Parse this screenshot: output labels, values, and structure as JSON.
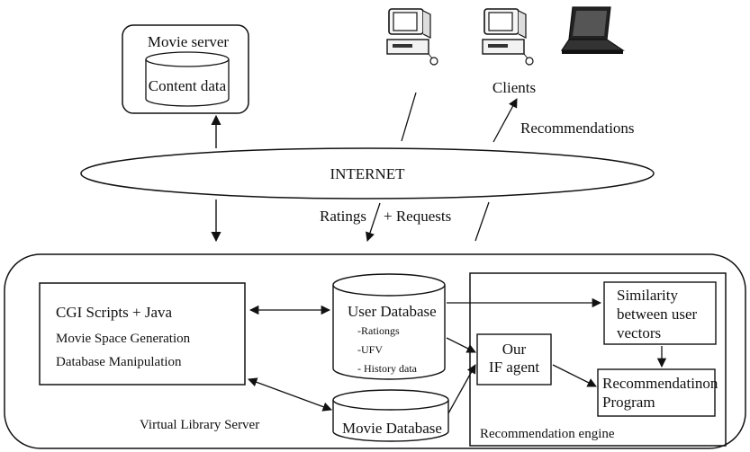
{
  "movie_server": {
    "title": "Movie server",
    "store_label": "Content data"
  },
  "clients": {
    "label": "Clients",
    "devices": [
      "desktop-computer",
      "desktop-computer",
      "laptop-computer"
    ]
  },
  "internet": {
    "label": "INTERNET",
    "recommendations_label": "Recommendations",
    "ratings_label": "Ratings",
    "requests_label": "+ Requests"
  },
  "virtual_library_server": {
    "label": "Virtual Library Server",
    "cgi": {
      "title": "CGI Scripts + Java",
      "line1": "Movie Space Generation",
      "line2": "Database Manipulation"
    },
    "user_db": {
      "title": "User Database",
      "items": [
        "-Rationgs",
        "-UFV",
        "- History data"
      ]
    },
    "movie_db": {
      "title": "Movie Database"
    }
  },
  "recommendation_engine": {
    "label": "Recommendation engine",
    "agent": {
      "line1": "Our",
      "line2": "IF agent"
    },
    "similarity": {
      "line1": "Similarity",
      "line2": "between user",
      "line3": "vectors"
    },
    "program": {
      "line1": "Recommendatinon",
      "line2": "Program"
    }
  }
}
